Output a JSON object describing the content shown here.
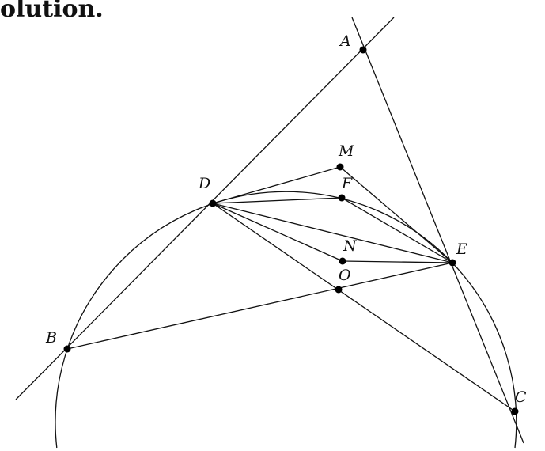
{
  "heading": "olution.",
  "points": {
    "A": "A",
    "B": "B",
    "C": "C",
    "D": "D",
    "E": "E",
    "F": "F",
    "M": "M",
    "N": "N",
    "O": "O"
  }
}
